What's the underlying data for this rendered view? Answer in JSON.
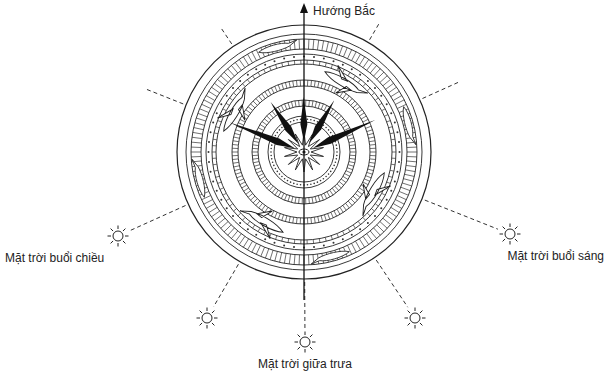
{
  "diagram": {
    "labels": [
      "Hướng Bắc",
      "Mặt trời buổi chiều",
      "Mặt trời buổi sáng",
      "Mặt trời giữa trưa"
    ]
  }
}
